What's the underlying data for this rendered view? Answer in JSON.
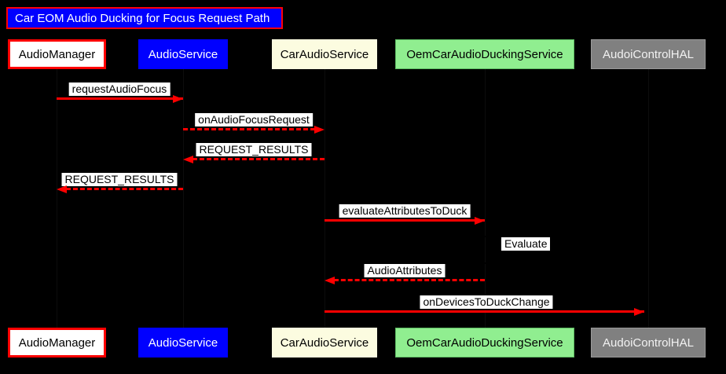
{
  "title": {
    "text": "Car EOM Audio Ducking for Focus Request Path"
  },
  "colors": {
    "background": "#000000",
    "arrow": "#ff0000",
    "title_bg": "#0000ff",
    "title_border": "#ff0000",
    "title_text": "#ffffff",
    "message_label_bg": "#ffffff",
    "message_label_text": "#000000"
  },
  "participants": [
    {
      "label": "AudioManager",
      "bg": "#ffffff",
      "text": "#000000",
      "border": "#ff0000"
    },
    {
      "label": "AudioService",
      "bg": "#0000ff",
      "text": "#ffffff",
      "border": "#0000ff"
    },
    {
      "label": "CarAudioService",
      "bg": "#fcfce0",
      "text": "#000000",
      "border": "#fcfce0"
    },
    {
      "label": "OemCarAudioDuckingService",
      "bg": "#90ee90",
      "text": "#000000",
      "border": "#5dbb63"
    },
    {
      "label": "AudoiControlHAL",
      "bg": "#808080",
      "text": "#f2f2f2",
      "border": "#9a9a9a"
    }
  ],
  "messages": [
    {
      "label": "requestAudioFocus",
      "from": "AudioManager",
      "to": "AudioService",
      "line": "solid",
      "direction": "right"
    },
    {
      "label": "onAudioFocusRequest",
      "from": "AudioService",
      "to": "CarAudioService",
      "line": "dashed",
      "direction": "right"
    },
    {
      "label": "REQUEST_RESULTS",
      "from": "CarAudioService",
      "to": "AudioService",
      "line": "dashed",
      "direction": "left"
    },
    {
      "label": "REQUEST_RESULTS",
      "from": "AudioService",
      "to": "AudioManager",
      "line": "dashed",
      "direction": "left"
    },
    {
      "label": "evaluateAttributesToDuck",
      "from": "CarAudioService",
      "to": "OemCarAudioDuckingService",
      "line": "solid",
      "direction": "right"
    },
    {
      "label": "Evaluate",
      "from": "OemCarAudioDuckingService",
      "to": "OemCarAudioDuckingService",
      "line": "self",
      "direction": "self"
    },
    {
      "label": "AudioAttributes",
      "from": "OemCarAudioDuckingService",
      "to": "CarAudioService",
      "line": "dashed",
      "direction": "left"
    },
    {
      "label": "onDevicesToDuckChange",
      "from": "CarAudioService",
      "to": "AudoiControlHAL",
      "line": "solid",
      "direction": "right"
    }
  ]
}
